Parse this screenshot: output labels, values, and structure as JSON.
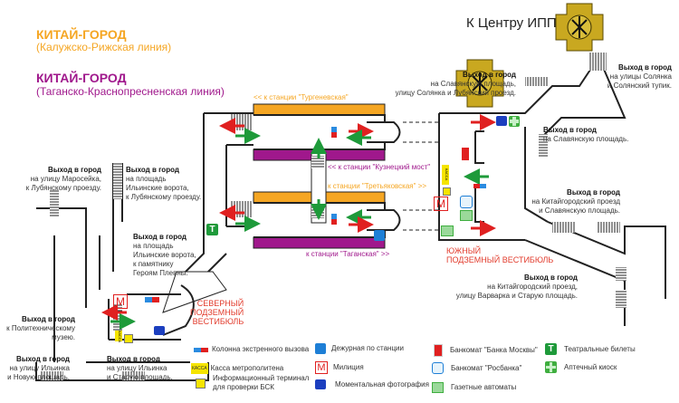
{
  "lines": [
    {
      "station": "КИТАЙ-ГОРОД",
      "line": "(Калужско-Рижская линия)",
      "color": "#f5a623"
    },
    {
      "station": "КИТАЙ-ГОРОД",
      "line": "(Таганско-Краснопресненская линия)",
      "color": "#a0188c"
    }
  ],
  "ippo_label": "К Центру ИППО",
  "directions": {
    "turgenevskaya": "<< к станции \"Тургеневская\"",
    "kuznetsky": "<< к станции \"Кузнецкий мост\"",
    "tretyakovskaya": "к станции \"Третьяковская\" >>",
    "taganskaya": "к станции \"Таганская\" >>"
  },
  "vestibules": {
    "north": [
      "СЕВЕРНЫЙ",
      "ПОДЗЕМНЫЙ",
      "ВЕСТИБЮЛЬ"
    ],
    "south": [
      "ЮЖНЫЙ",
      "ПОДЗЕМНЫЙ ВЕСТИБЮЛЬ"
    ]
  },
  "exits": [
    {
      "heading": "Выход в город",
      "lines": [
        "на улицу Маросейка,",
        "к Лубянскому проезду."
      ]
    },
    {
      "heading": "Выход в город",
      "lines": [
        "на площадь",
        "Ильинские ворота,",
        "к Лубянскому проезду."
      ]
    },
    {
      "heading": "Выход в город",
      "lines": [
        "на площадь",
        "Ильинские ворота,",
        "к памятнику",
        "Героям Плевны."
      ]
    },
    {
      "heading": "Выход в город",
      "lines": [
        "к Политехническому",
        "музею."
      ]
    },
    {
      "heading": "Выход в город",
      "lines": [
        "на улицу Ильинка",
        "и Новую площадь."
      ]
    },
    {
      "heading": "Выход в город",
      "lines": [
        "на улицу Ильинка",
        "и Старую площадь."
      ]
    },
    {
      "heading": "Выход в город",
      "lines": [
        "на Славянскую площадь,",
        "улицу Солянка и Лубянский проезд."
      ]
    },
    {
      "heading": "Выход в город",
      "lines": [
        "на улицы Солянка",
        "и Солянский тупик."
      ]
    },
    {
      "heading": "Выход в город",
      "lines": [
        "на Славянскую площадь."
      ]
    },
    {
      "heading": "Выход в город",
      "lines": [
        "на Китайгородский проезд",
        "и Славянскую площадь."
      ]
    },
    {
      "heading": "Выход в город",
      "lines": [
        "на Китайгородский проезд,",
        "улицу Варварка и Старую площадь."
      ]
    }
  ],
  "icon_labels": {
    "kassa": "КАССА",
    "militia": "М",
    "theatre": "Т"
  },
  "legend": [
    {
      "icon": "emergency-call-column-icon",
      "label": "Колонна экстренного вызова"
    },
    {
      "icon": "ticket-office-icon",
      "label": "Касса метрополитена",
      "badge": "КАССА"
    },
    {
      "icon": "info-terminal-icon",
      "label": "Информационный терминал\nдля проверки БСК"
    },
    {
      "icon": "station-attendant-icon",
      "label": "Дежурная по станции"
    },
    {
      "icon": "police-icon",
      "label": "Милиция",
      "badge": "М"
    },
    {
      "icon": "photo-booth-icon",
      "label": "Моментальная фотография"
    },
    {
      "icon": "atm-bank-moscow-icon",
      "label": "Банкомат \"Банка Москвы\""
    },
    {
      "icon": "atm-rosbank-icon",
      "label": "Банкомат \"Росбанка\""
    },
    {
      "icon": "newspaper-vending-icon",
      "label": "Газетные автоматы"
    },
    {
      "icon": "theatre-tickets-icon",
      "label": "Театральные билеты",
      "badge": "Т"
    },
    {
      "icon": "pharmacy-kiosk-icon",
      "label": "Аптечный киоск"
    }
  ],
  "colors": {
    "orange_line": "#f5a623",
    "purple_line": "#a0188c",
    "arrow_red": "#e02020",
    "arrow_green": "#1e9a3a",
    "vestibule_text": "#e23b2c",
    "emblem": "#c9a820"
  }
}
